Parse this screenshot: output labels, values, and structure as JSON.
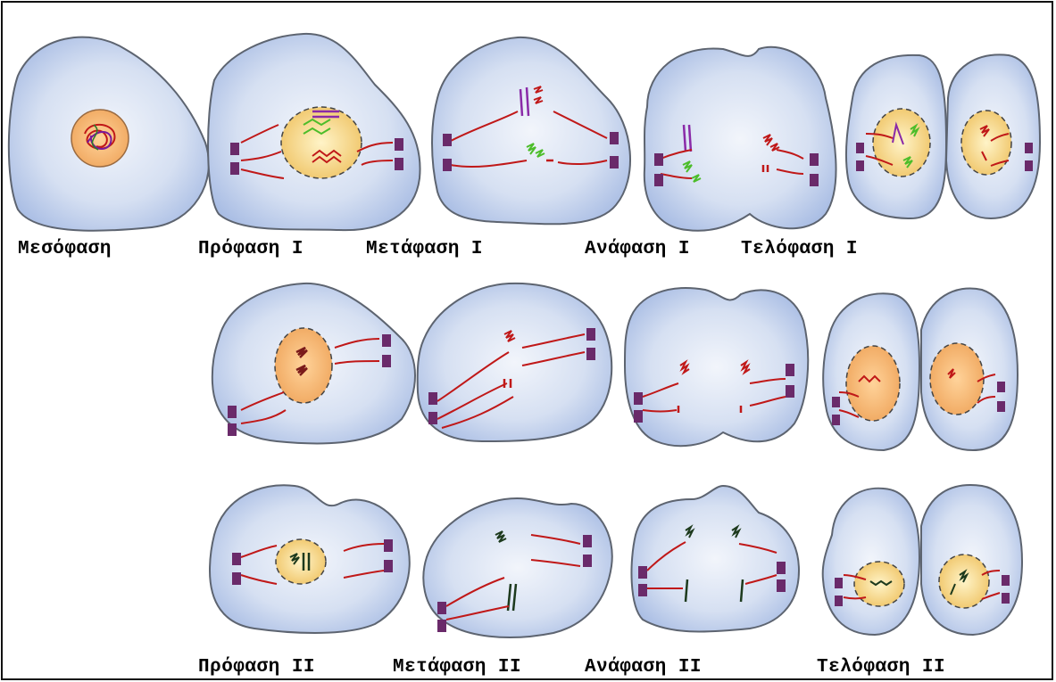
{
  "figure": {
    "row1_labels": {
      "interphase": "Μεσόφαση",
      "prophase1": "Πρόφαση Ι",
      "metaphase1": "Μετάφαση Ι",
      "anaphase1": "Ανάφαση Ι",
      "telophase1": "Τελόφαση Ι"
    },
    "row3_labels": {
      "prophase2": "Πρόφαση ΙΙ",
      "metaphase2": "Μετάφαση ΙΙ",
      "anaphase2": "Ανάφαση ΙΙ",
      "telophase2": "Τελόφαση ΙΙ"
    }
  },
  "colors": {
    "cell_fill": "#c9d6ee",
    "cell_stroke": "#6a6f78",
    "spindle": "#c01818",
    "centriole": "#6a2a6a",
    "nucleus": "#f5df9a",
    "chromosome_green": "#4cbd2a",
    "chromosome_purple": "#8a2aa8",
    "chromosome_dark": "#1d3a1d"
  }
}
